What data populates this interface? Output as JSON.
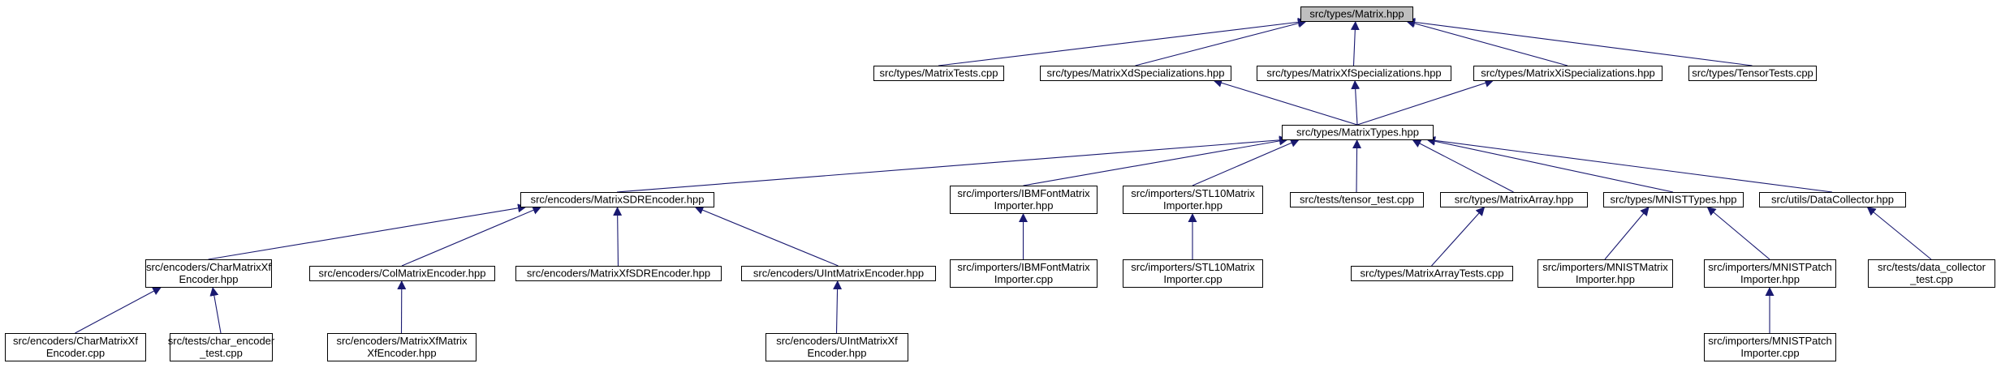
{
  "diagram": {
    "type": "include-dependency-graph",
    "colors": {
      "node_fill": "#ffffff",
      "root_fill": "#bfbfbf",
      "node_border": "#000000",
      "edge": "#191970",
      "text": "#000000"
    },
    "nodes": [
      {
        "id": "matrix_hpp",
        "lines": [
          "src/types/Matrix.hpp"
        ],
        "root": true
      },
      {
        "id": "matrix_tests",
        "lines": [
          "src/types/MatrixTests.cpp"
        ]
      },
      {
        "id": "xd_spec",
        "lines": [
          "src/types/MatrixXdSpecializations.hpp"
        ]
      },
      {
        "id": "xf_spec",
        "lines": [
          "src/types/MatrixXfSpecializations.hpp"
        ]
      },
      {
        "id": "xi_spec",
        "lines": [
          "src/types/MatrixXiSpecializations.hpp"
        ]
      },
      {
        "id": "tensor_tests",
        "lines": [
          "src/types/TensorTests.cpp"
        ]
      },
      {
        "id": "matrix_types",
        "lines": [
          "src/types/MatrixTypes.hpp"
        ]
      },
      {
        "id": "sdr_encoder",
        "lines": [
          "src/encoders/MatrixSDREncoder.hpp"
        ]
      },
      {
        "id": "ibm_importer_hpp",
        "lines": [
          "src/importers/IBMFontMatrix",
          "Importer.hpp"
        ]
      },
      {
        "id": "stl10_importer_hpp",
        "lines": [
          "src/importers/STL10Matrix",
          "Importer.hpp"
        ]
      },
      {
        "id": "tensor_test",
        "lines": [
          "src/tests/tensor_test.cpp"
        ]
      },
      {
        "id": "matrix_array",
        "lines": [
          "src/types/MatrixArray.hpp"
        ]
      },
      {
        "id": "mnist_types",
        "lines": [
          "src/types/MNISTTypes.hpp"
        ]
      },
      {
        "id": "data_collector",
        "lines": [
          "src/utils/DataCollector.hpp"
        ]
      },
      {
        "id": "char_encoder_hpp",
        "lines": [
          "src/encoders/CharMatrixXf",
          "Encoder.hpp"
        ]
      },
      {
        "id": "col_encoder",
        "lines": [
          "src/encoders/ColMatrixEncoder.hpp"
        ]
      },
      {
        "id": "xf_sdr_encoder",
        "lines": [
          "src/encoders/MatrixXfSDREncoder.hpp"
        ]
      },
      {
        "id": "uint_encoder",
        "lines": [
          "src/encoders/UIntMatrixEncoder.hpp"
        ]
      },
      {
        "id": "ibm_importer_cpp",
        "lines": [
          "src/importers/IBMFontMatrix",
          "Importer.cpp"
        ]
      },
      {
        "id": "stl10_importer_cpp",
        "lines": [
          "src/importers/STL10Matrix",
          "Importer.cpp"
        ]
      },
      {
        "id": "matrix_array_tests",
        "lines": [
          "src/types/MatrixArrayTests.cpp"
        ]
      },
      {
        "id": "mnist_matrix_importer",
        "lines": [
          "src/importers/MNISTMatrix",
          "Importer.hpp"
        ]
      },
      {
        "id": "mnist_patch_hpp",
        "lines": [
          "src/importers/MNISTPatch",
          "Importer.hpp"
        ]
      },
      {
        "id": "data_collector_test",
        "lines": [
          "src/tests/data_collector",
          "_test.cpp"
        ]
      },
      {
        "id": "char_encoder_cpp",
        "lines": [
          "src/encoders/CharMatrixXf",
          "Encoder.cpp"
        ]
      },
      {
        "id": "char_encoder_test",
        "lines": [
          "src/tests/char_encoder",
          "_test.cpp"
        ]
      },
      {
        "id": "xf_matrix_encoder",
        "lines": [
          "src/encoders/MatrixXfMatrix",
          "XfEncoder.hpp"
        ]
      },
      {
        "id": "uint_xf_encoder",
        "lines": [
          "src/encoders/UIntMatrixXf",
          "Encoder.hpp"
        ]
      },
      {
        "id": "mnist_patch_cpp",
        "lines": [
          "src/importers/MNISTPatch",
          "Importer.cpp"
        ]
      }
    ],
    "edges": [
      {
        "from": "matrix_tests",
        "to": "matrix_hpp"
      },
      {
        "from": "xd_spec",
        "to": "matrix_hpp"
      },
      {
        "from": "xf_spec",
        "to": "matrix_hpp"
      },
      {
        "from": "xi_spec",
        "to": "matrix_hpp"
      },
      {
        "from": "tensor_tests",
        "to": "matrix_hpp"
      },
      {
        "from": "matrix_types",
        "to": "xd_spec"
      },
      {
        "from": "matrix_types",
        "to": "xf_spec"
      },
      {
        "from": "matrix_types",
        "to": "xi_spec"
      },
      {
        "from": "sdr_encoder",
        "to": "matrix_types"
      },
      {
        "from": "ibm_importer_hpp",
        "to": "matrix_types"
      },
      {
        "from": "stl10_importer_hpp",
        "to": "matrix_types"
      },
      {
        "from": "tensor_test",
        "to": "matrix_types"
      },
      {
        "from": "matrix_array",
        "to": "matrix_types"
      },
      {
        "from": "mnist_types",
        "to": "matrix_types"
      },
      {
        "from": "data_collector",
        "to": "matrix_types"
      },
      {
        "from": "char_encoder_hpp",
        "to": "sdr_encoder"
      },
      {
        "from": "col_encoder",
        "to": "sdr_encoder"
      },
      {
        "from": "xf_sdr_encoder",
        "to": "sdr_encoder"
      },
      {
        "from": "uint_encoder",
        "to": "sdr_encoder"
      },
      {
        "from": "ibm_importer_cpp",
        "to": "ibm_importer_hpp"
      },
      {
        "from": "stl10_importer_cpp",
        "to": "stl10_importer_hpp"
      },
      {
        "from": "matrix_array_tests",
        "to": "matrix_array"
      },
      {
        "from": "mnist_matrix_importer",
        "to": "mnist_types"
      },
      {
        "from": "mnist_patch_hpp",
        "to": "mnist_types"
      },
      {
        "from": "data_collector_test",
        "to": "data_collector"
      },
      {
        "from": "char_encoder_cpp",
        "to": "char_encoder_hpp"
      },
      {
        "from": "char_encoder_test",
        "to": "char_encoder_hpp"
      },
      {
        "from": "xf_matrix_encoder",
        "to": "col_encoder"
      },
      {
        "from": "uint_xf_encoder",
        "to": "uint_encoder"
      },
      {
        "from": "mnist_patch_cpp",
        "to": "mnist_patch_hpp"
      }
    ]
  }
}
